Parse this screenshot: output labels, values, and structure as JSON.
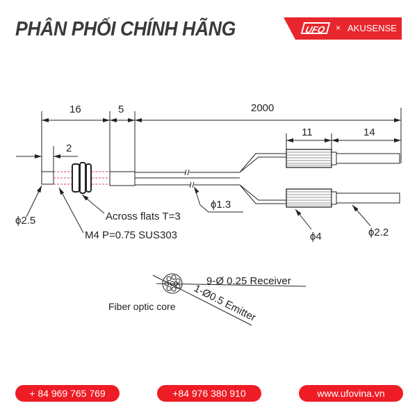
{
  "header": {
    "title": "PHÂN PHỐI CHÍNH HÃNG",
    "brand_logo": "UFO",
    "brand_separator": "×",
    "brand_partner": "AKUSENSE"
  },
  "drawing": {
    "dims": {
      "d16": "16",
      "d5": "5",
      "d2000": "2000",
      "d2": "2",
      "d11": "11",
      "d14": "14"
    },
    "labels": {
      "tip_dia": "ϕ2.5",
      "thread": "M4 P=0.75 SUS303",
      "nut": "Across flats T=3",
      "cable_dia": "ϕ1.3",
      "sleeve_dia": "ϕ4",
      "tube_dia": "ϕ2.2"
    },
    "fiber": {
      "receiver": "9-Ø 0.25 Receiver",
      "emitter": "1-Ø0.5 Emitter",
      "core": "Fiber optic core"
    },
    "colors": {
      "line": "#222222",
      "thread_dash": "#d9405a"
    }
  },
  "footer": {
    "phone1": "+ 84 969 765 769",
    "phone2": "+84 976 380 910",
    "website": "www.ufovina.vn",
    "accent": "#ee1c25"
  }
}
